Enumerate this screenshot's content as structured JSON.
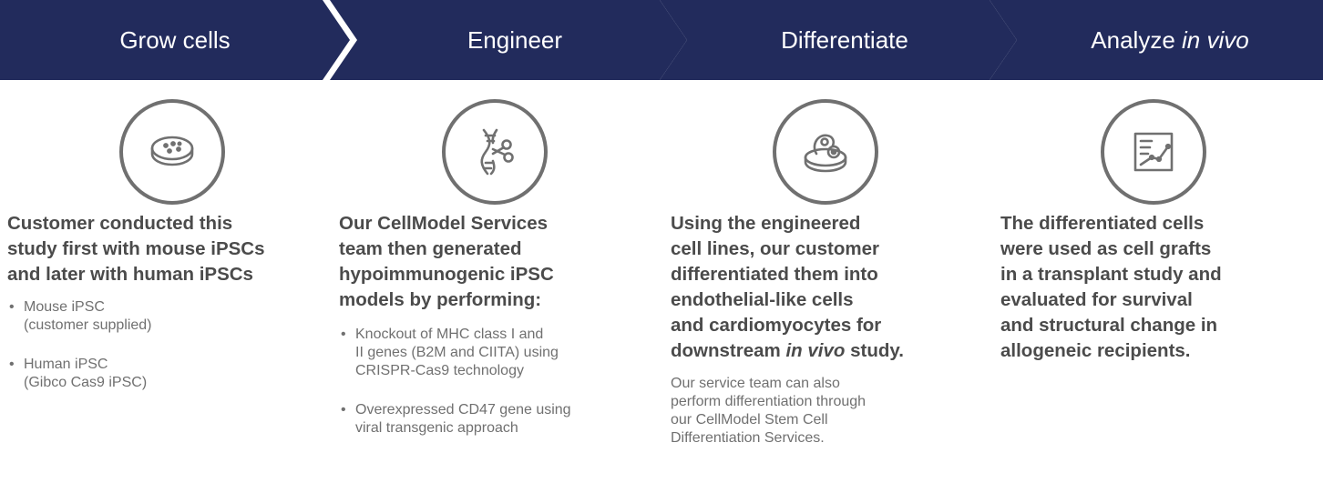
{
  "steps": [
    {
      "title": "Grow cells",
      "icon": "petri-dish-icon",
      "heading_lines": [
        "Customer conducted this",
        "study first with mouse iPSCs",
        "and later with human iPSCs"
      ],
      "bullets": [
        [
          "Mouse iPSC",
          "(customer supplied)"
        ],
        [
          "Human iPSC",
          "(Gibco Cas9 iPSC)"
        ]
      ]
    },
    {
      "title": "Engineer",
      "icon": "dna-scissors-icon",
      "heading_lines": [
        "Our CellModel Services",
        "team then generated",
        "hypoimmunogenic iPSC",
        "models by performing:"
      ],
      "bullets": [
        [
          "Knockout of MHC class I and",
          "II genes (B2M and CIITA) using",
          "CRISPR-Cas9 technology"
        ],
        [
          "Overexpressed CD47 gene using",
          "viral transgenic approach"
        ]
      ]
    },
    {
      "title": "Differentiate",
      "icon": "differentiated-cell-dish-icon",
      "heading_lines": [
        "Using the engineered",
        "cell lines, our customer",
        "differentiated them into",
        "endothelial-like cells",
        "and cardiomyocytes for"
      ],
      "heading_last": {
        "prefix": "downstream ",
        "italic": "in vivo",
        "suffix": " study."
      },
      "note_lines": [
        "Our service team can also",
        "perform differentiation through",
        "our CellModel Stem Cell",
        "Differentiation Services."
      ]
    },
    {
      "title_prefix": "Analyze ",
      "title_italic": "in vivo",
      "icon": "line-chart-icon",
      "heading_lines": [
        "The differentiated cells",
        "were used as cell grafts",
        "in a transplant study and",
        "evaluated for survival",
        "and structural change in",
        "allogeneic recipients."
      ]
    }
  ],
  "colors": {
    "banner": "#222b5c",
    "heading_text": "#4b4b4b",
    "body_text": "#707070",
    "icon_stroke": "#707070"
  }
}
